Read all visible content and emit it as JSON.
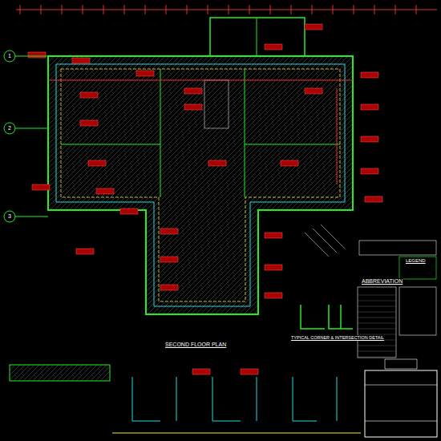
{
  "diagram": {
    "title": "SECOND FLOOR PLAN",
    "labels": [
      "TYPICAL CORNER & INTERSECTION DETAIL",
      "ABBREVIATION",
      "LEGEND",
      "1",
      "2",
      "3"
    ]
  }
}
